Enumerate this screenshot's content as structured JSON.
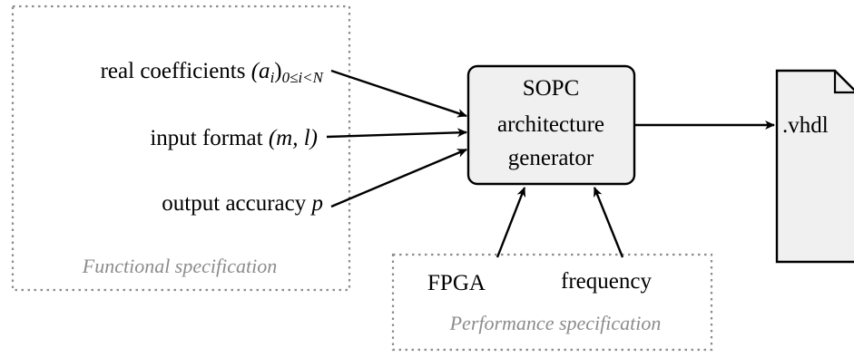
{
  "functional_spec": {
    "caption": "Functional specification",
    "inputs": {
      "coefficients": {
        "text": "real coefficients ",
        "math": "(a",
        "sub_i": "i",
        "close": ")",
        "range": "0≤i<N"
      },
      "input_format": {
        "text": "input format ",
        "math": "(m, l)"
      },
      "output_accuracy": {
        "text": "output accuracy ",
        "math": "p"
      }
    }
  },
  "generator": {
    "line1": "SOPC",
    "line2": "architecture",
    "line3": "generator"
  },
  "output_file": {
    "label": ".vhdl"
  },
  "performance_spec": {
    "caption": "Performance specification",
    "fpga": "FPGA",
    "frequency": "frequency"
  },
  "colors": {
    "box_fill": "#f0f0f0",
    "dotted_border": "#8c8c8c",
    "caption_text": "#8c8c8c"
  }
}
